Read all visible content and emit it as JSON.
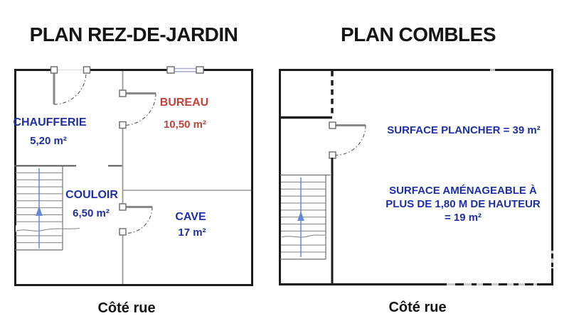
{
  "page": {
    "background": "#ffffff",
    "colors": {
      "wall_black": "#1d1d1d",
      "interior_wall_gray": "#9a9a9a",
      "door_leaf_gray": "#8a8a8a",
      "label_blue": "#1e2fa6",
      "label_red": "#c2423b",
      "stair_arrow_blue": "#6288d8",
      "window_glazing_blue": "#a9afd2"
    }
  },
  "left_plan": {
    "title": "PLAN REZ-DE-JARDIN",
    "street_caption": "Côté rue",
    "rooms": {
      "chaufferie": {
        "name": "CHAUFFERIE",
        "area": "5,20 m²"
      },
      "bureau": {
        "name": "BUREAU",
        "area": "10,50 m²"
      },
      "couloir": {
        "name": "COULOIR",
        "area": "6,50 m²"
      },
      "cave": {
        "name": "CAVE",
        "area": "17 m²"
      }
    }
  },
  "right_plan": {
    "title": "PLAN COMBLES",
    "street_caption": "Côté rue",
    "surface_plancher": "SURFACE PLANCHER = 39 m²",
    "surface_amenageable": {
      "line1": "SURFACE AMÉNAGEABLE À",
      "line2": "PLUS DE 1,80 M DE HAUTEUR",
      "line3": "= 19 m²"
    }
  }
}
